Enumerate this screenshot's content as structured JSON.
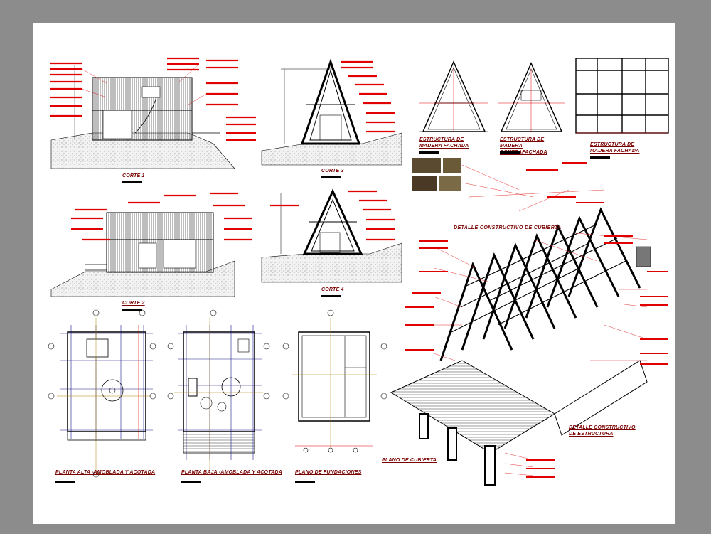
{
  "drawing": {
    "sections": {
      "corte1": "CORTE 1",
      "corte2": "CORTE 2",
      "corte3": "CORTE 3",
      "corte4": "CORTE 4"
    },
    "structures": {
      "facade": "ESTRUCTURA DE MADERA FACHADA",
      "rear": "ESTRUCTURA DE MADERA CONTRAFACHADA",
      "side": "ESTRUCTURA DE MADERA FACHADA"
    },
    "details": {
      "roof": "DETALLE CONSTRUCTIVO DE CUBIERTA",
      "structure": "DETALLE CONSTRUCTIVO DE ESTRUCTURA"
    },
    "plans": {
      "upper": "PLANTA ALTA -AMOBLADA Y ACOTADA",
      "lower": "PLANTA BAJA -AMOBLADA Y ACOTADA",
      "foundation": "PLANO DE FUNDACIONES",
      "roof": "PLANO DE CUBIERTA"
    }
  },
  "colors": {
    "background": "#8c8c8c",
    "sheet": "#ffffff",
    "annotation": "#e00000",
    "title": "#7a0000",
    "linework": "#000000",
    "grid": "#1a1a8a",
    "dimension": "#b08000"
  }
}
